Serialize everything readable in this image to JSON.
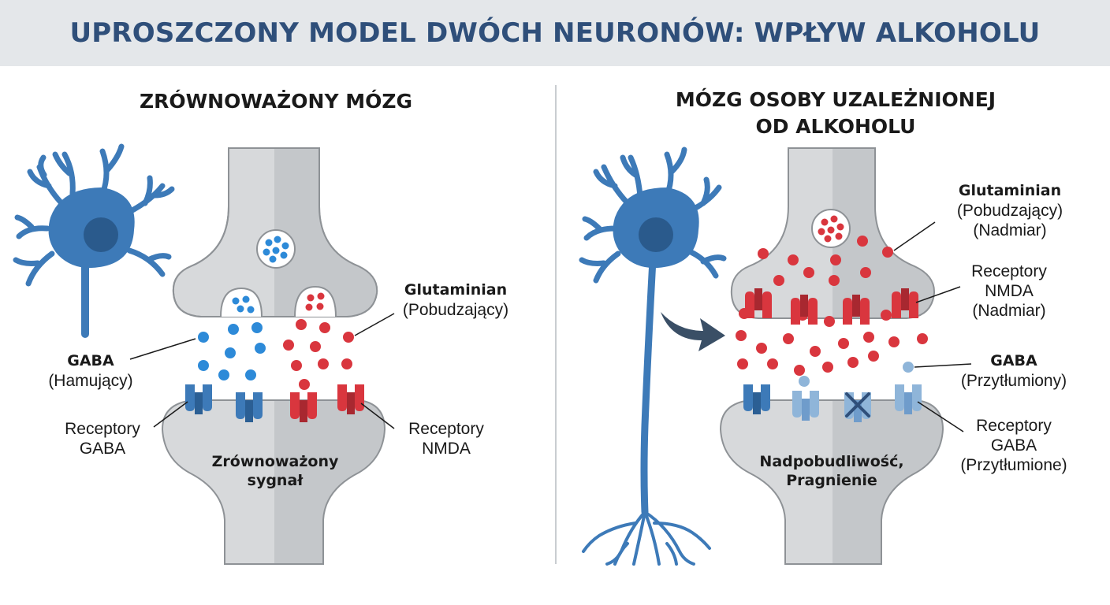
{
  "title": "UPROSZCZONY MODEL DWÓCH NEURONÓW: WPŁYW ALKOHOLU",
  "colors": {
    "blue": "#3d7ab8",
    "red": "#d9363e",
    "light_blue": "#8fb5d9",
    "terminal": "#d7d9db",
    "terminal_shade": "#c4c7ca",
    "title_text": "#2f4f7a"
  },
  "left_panel": {
    "heading": "ZRÓWNOWAŻONY MÓZG",
    "center_label": [
      "Zrównoważony",
      "sygnał"
    ],
    "glutamate_label": {
      "name": "Glutaminian",
      "note": "(Pobudzający)"
    },
    "gaba_label": {
      "name": "GABA",
      "note": "(Hamujący)"
    },
    "gaba_receptors_label": [
      "Receptory",
      "GABA"
    ],
    "nmda_receptors_label": [
      "Receptory",
      "NMDA"
    ]
  },
  "right_panel": {
    "heading": [
      "MÓZG OSOBY UZALEŻNIONEJ",
      "OD ALKOHOLU"
    ],
    "center_label": [
      "Nadpobudliwość,",
      "Pragnienie"
    ],
    "glutamate_label": {
      "name": "Glutaminian",
      "notes": [
        "(Pobudzający)",
        "(Nadmiar)"
      ]
    },
    "nmda_receptors_label": [
      "Receptory",
      "NMDA",
      "(Nadmiar)"
    ],
    "gaba_label": {
      "name": "GABA",
      "note": "(Przytłumiony)"
    },
    "gaba_receptors_label": [
      "Receptory",
      "GABA",
      "(Przytłumione)"
    ]
  }
}
